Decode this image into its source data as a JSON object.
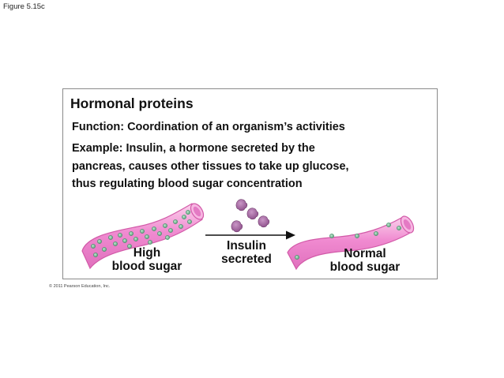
{
  "figure_label": "Figure 5.15c",
  "panel": {
    "title": "Hormonal proteins",
    "function_line": "Function: Coordination of an organism’s activities",
    "example_lines": [
      "Example: Insulin, a hormone secreted by the",
      "pancreas, causes other tissues to take up glucose,",
      "thus regulating blood sugar concentration"
    ]
  },
  "labels": {
    "high_line1": "High",
    "high_line2": "blood sugar",
    "insulin_line1": "Insulin",
    "insulin_line2": "secreted",
    "normal_line1": "Normal",
    "normal_line2": "blood sugar"
  },
  "copyright": "© 2011 Pearson Education, Inc.",
  "colors": {
    "vessel_fill": "#f08ad0",
    "vessel_edge": "#d25aa8",
    "vessel_highlight": "#fbd0ec",
    "glucose": "#7cc39b",
    "insulin": "#a36aa0"
  }
}
